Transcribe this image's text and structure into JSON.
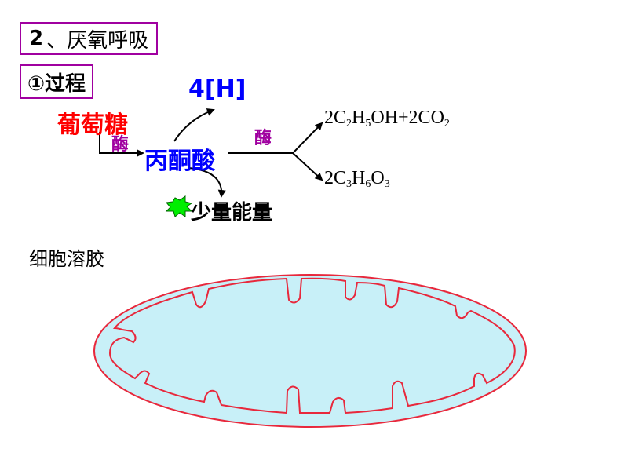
{
  "heading": {
    "number": "2",
    "separator": "、",
    "text": "厌氧呼吸"
  },
  "subheading": {
    "text": "①过程"
  },
  "diagram": {
    "glucose": "葡萄糖",
    "enzyme": "酶",
    "pyruvate": "丙酮酸",
    "hydrogen": "4[H]",
    "enzyme2": "酶",
    "products": [
      {
        "parts": [
          "2C",
          "2",
          "H",
          "5",
          "OH+2CO",
          "2"
        ]
      },
      {
        "parts": [
          "2C",
          "3",
          "H",
          "6",
          "O",
          "3"
        ]
      }
    ],
    "energy": "少量能量",
    "location": "细胞溶胶"
  },
  "colors": {
    "frame": "#a000a0",
    "glucose": "#ff0000",
    "pyruvate": "#0000ff",
    "enzyme": "#a000a0",
    "burst": "#00ee00",
    "membrane": "#e8283c",
    "matrix": "#c8f0f8"
  },
  "icons": {
    "energy_burst": "green-star-burst-icon"
  }
}
